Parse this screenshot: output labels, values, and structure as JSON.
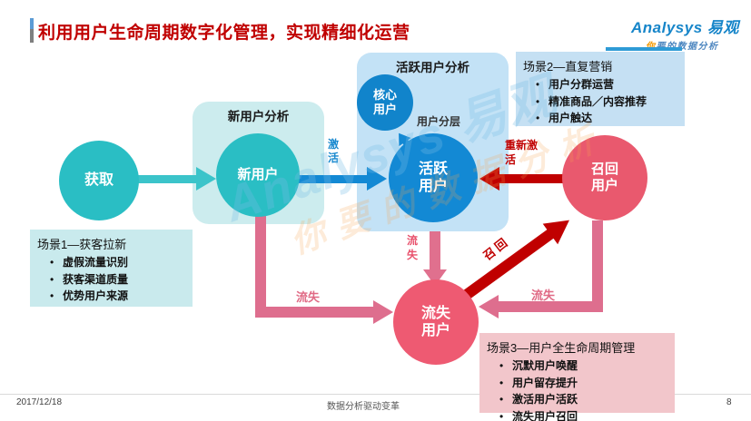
{
  "title": "利用用户生命周期数字化管理，实现精细化运营",
  "logo": {
    "brand": "Analysys 易观",
    "tagline_first": "你",
    "tagline_rest": "要的数据分析"
  },
  "watermark": {
    "line1": "Analysys 易观",
    "line2": "你要的数据分析"
  },
  "diagram": {
    "groups": {
      "new_user": "新用户分析",
      "active_user": "活跃用户分析"
    },
    "nodes": {
      "acquire": "获取",
      "new_user": "新用户",
      "core_user": "核心用户",
      "active_user": "活跃用户",
      "recall_user": "召回用户",
      "churn_user": "流失用户"
    },
    "edge_labels": {
      "activate": "激活",
      "segment": "用户分层",
      "reactivate": "重新激活",
      "churn_from_active": "流失",
      "churn_from_new": "流失",
      "churn_from_recall": "流失",
      "recall": "召回"
    },
    "scenarios": [
      {
        "title": "场景1—获客拉新",
        "items": [
          "虚假流量识别",
          "获客渠道质量",
          "优势用户来源"
        ]
      },
      {
        "title": "场景2—直复营销",
        "items": [
          "用户分群运营",
          "精准商品／内容推荐",
          "用户触达"
        ]
      },
      {
        "title": "场景3—用户全生命周期管理",
        "items": [
          "沉默用户唤醒",
          "用户留存提升",
          "激活用户活跃",
          "流失用户召回"
        ]
      }
    ]
  },
  "footer": {
    "date": "2017/12/18",
    "motto": "数据分析驱动变革",
    "page": "8"
  },
  "colors": {
    "title_red": "#C00000",
    "teal": "#2ABEC4",
    "blue": "#1389D4",
    "rose": "#EA5A71",
    "dark_red": "#C00000",
    "pink_arrow": "#DE6E8E",
    "box_teal": "#CCECEE",
    "box_blue": "#C3E2F6",
    "box_pink": "#F2C6CB",
    "logo_blue": "#1685C9",
    "logo_orange": "#F39800"
  }
}
